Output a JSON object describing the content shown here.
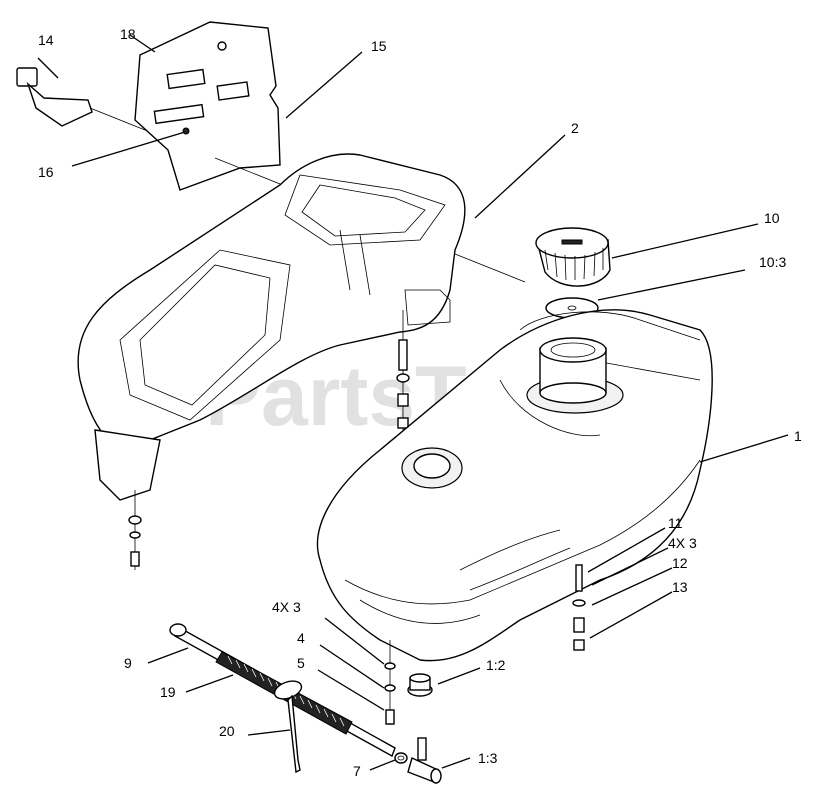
{
  "diagram": {
    "watermark": "PartsTree",
    "callouts": [
      {
        "id": "c14",
        "label": "14"
      },
      {
        "id": "c18",
        "label": "18"
      },
      {
        "id": "c15",
        "label": "15"
      },
      {
        "id": "c16",
        "label": "16"
      },
      {
        "id": "c2",
        "label": "2"
      },
      {
        "id": "c10",
        "label": "10"
      },
      {
        "id": "c10-3",
        "label": "10:3"
      },
      {
        "id": "c1",
        "label": "1"
      },
      {
        "id": "c11",
        "label": "11"
      },
      {
        "id": "c4x3-right",
        "label": "4X 3"
      },
      {
        "id": "c12",
        "label": "12"
      },
      {
        "id": "c13",
        "label": "13"
      },
      {
        "id": "c4x3-left",
        "label": "4X 3"
      },
      {
        "id": "c4",
        "label": "4"
      },
      {
        "id": "c5",
        "label": "5"
      },
      {
        "id": "c1-2",
        "label": "1:2"
      },
      {
        "id": "c9",
        "label": "9"
      },
      {
        "id": "c19",
        "label": "19"
      },
      {
        "id": "c20",
        "label": "20"
      },
      {
        "id": "c7",
        "label": "7"
      },
      {
        "id": "c1-3",
        "label": "1:3"
      }
    ]
  }
}
